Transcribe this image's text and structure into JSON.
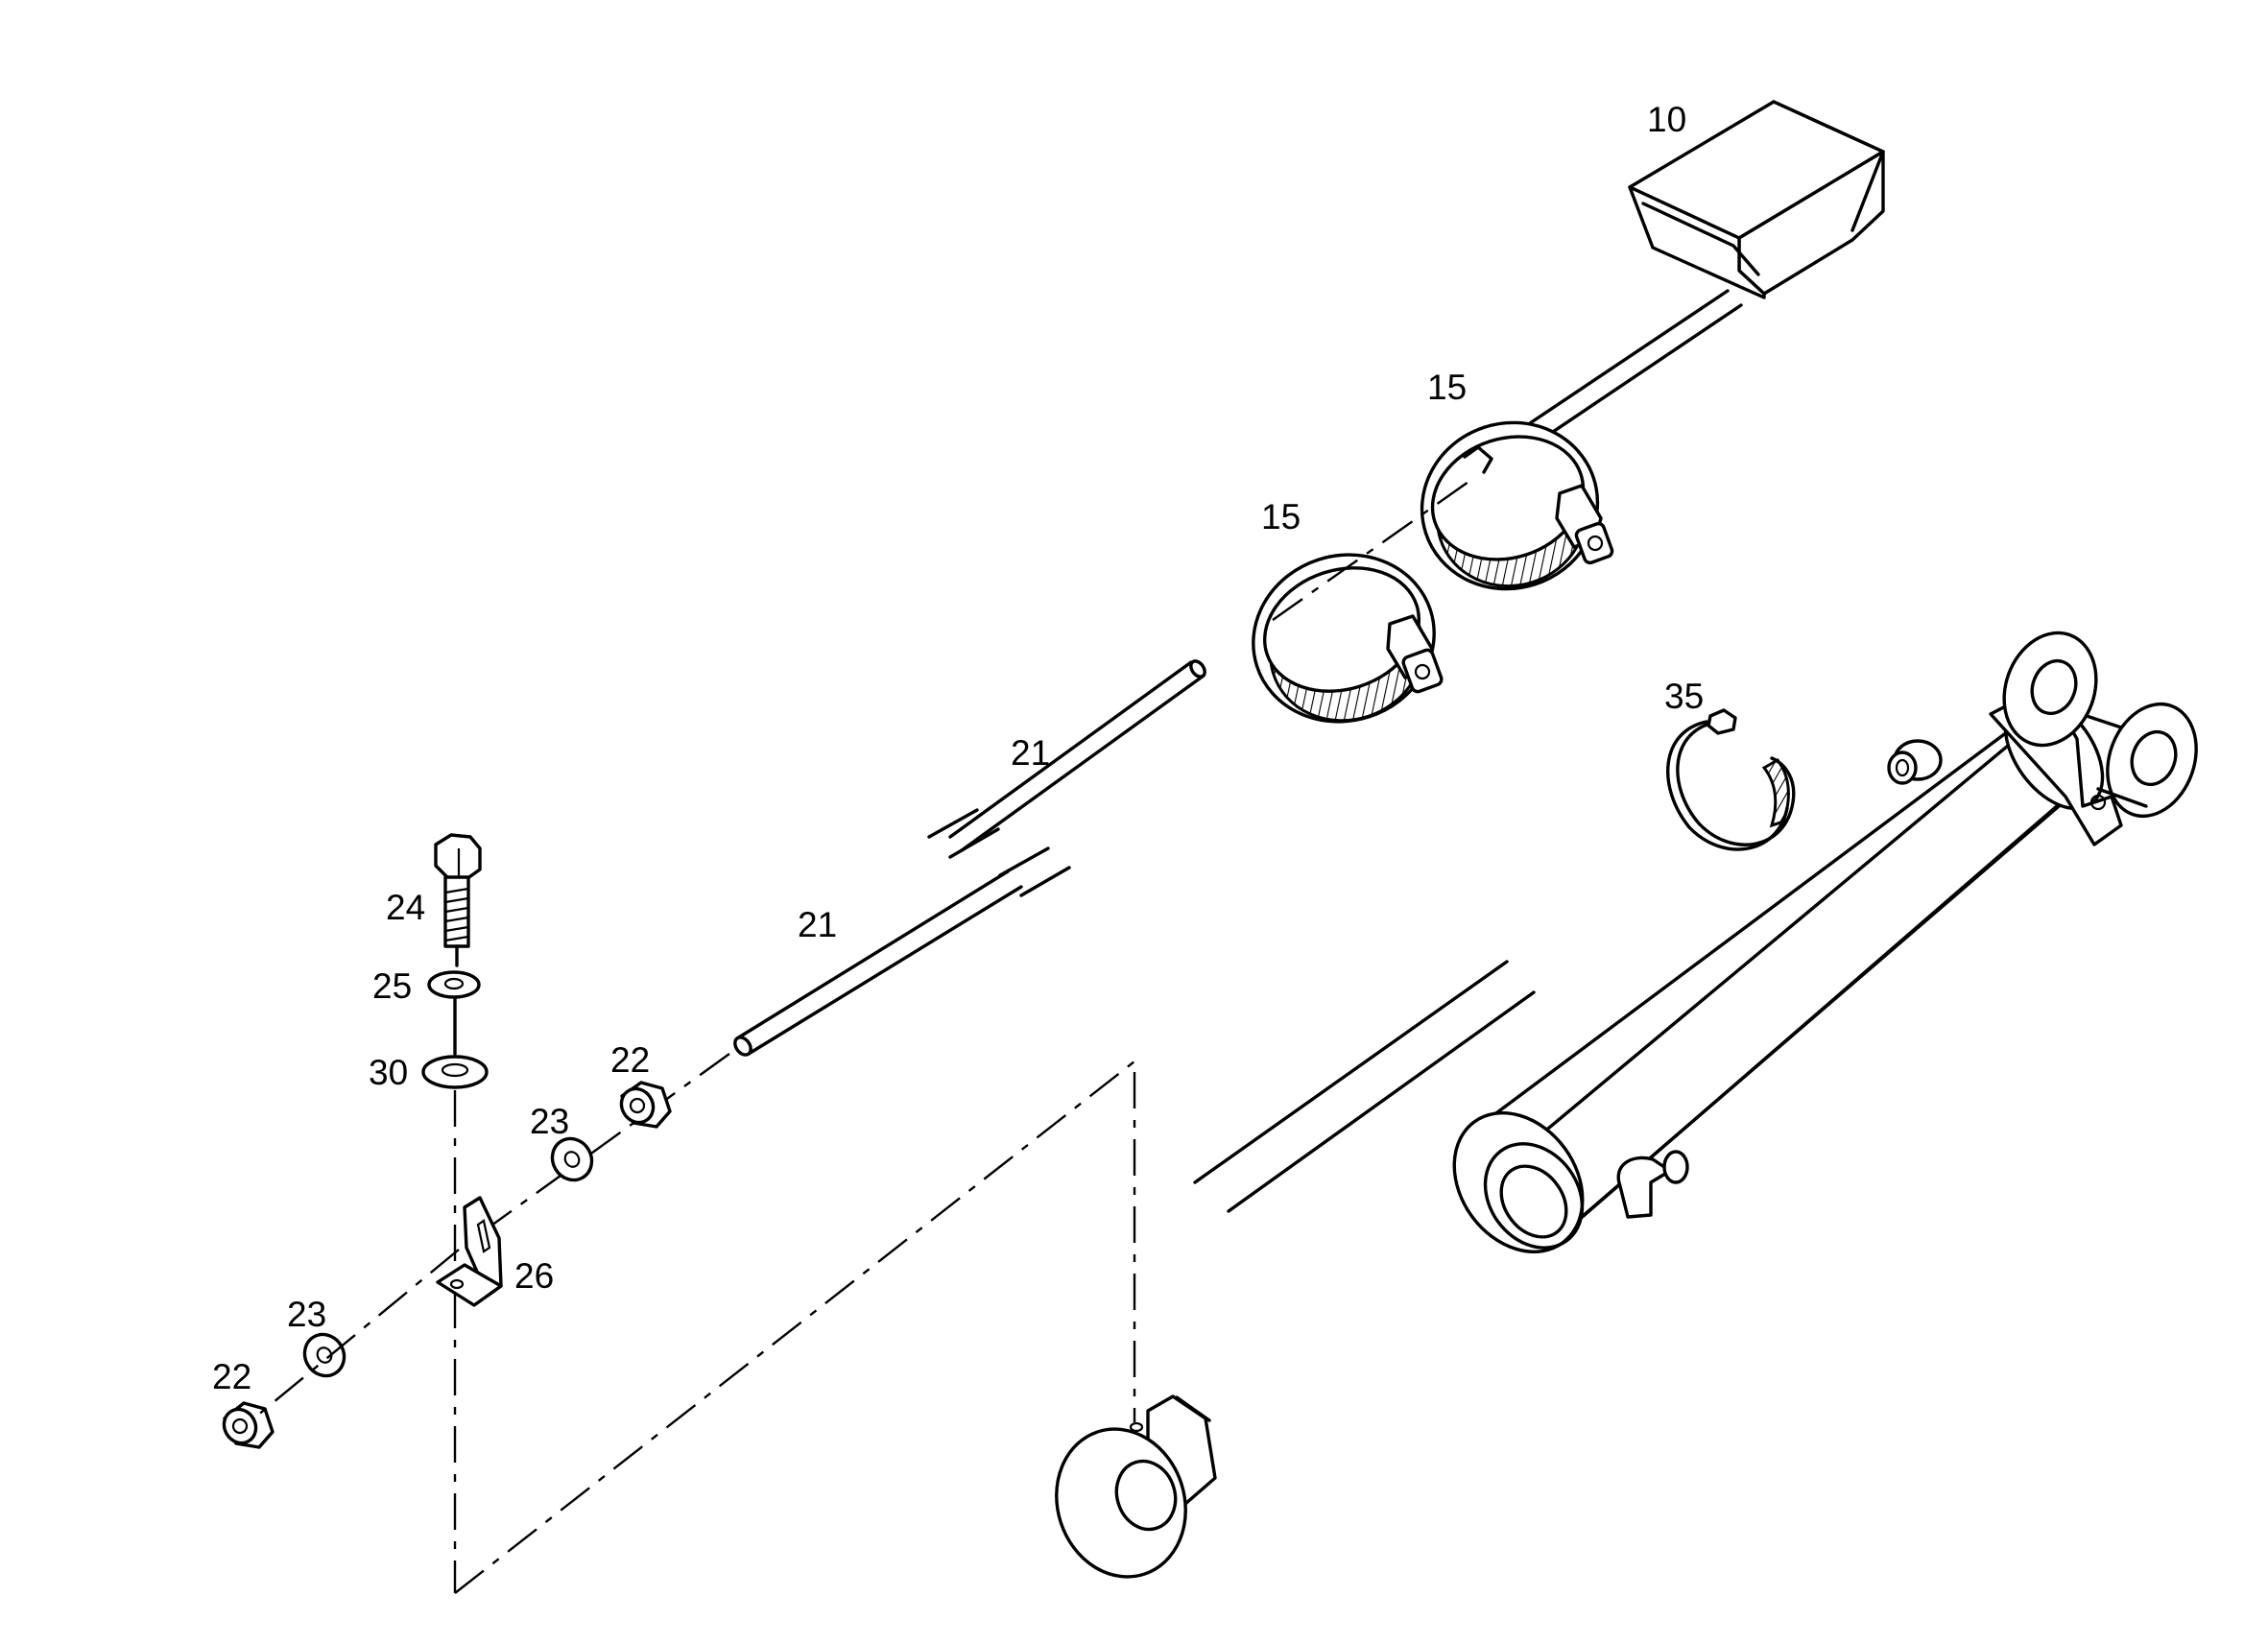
{
  "callouts": {
    "p10": "10",
    "p15a": "15",
    "p15b": "15",
    "p21a": "21",
    "p21b": "21",
    "p22a": "22",
    "p22b": "22",
    "p23a": "23",
    "p23b": "23",
    "p24": "24",
    "p25": "25",
    "p26": "26",
    "p30": "30",
    "p35": "35"
  },
  "colors": {
    "line": "#000000",
    "background": "#ffffff"
  }
}
